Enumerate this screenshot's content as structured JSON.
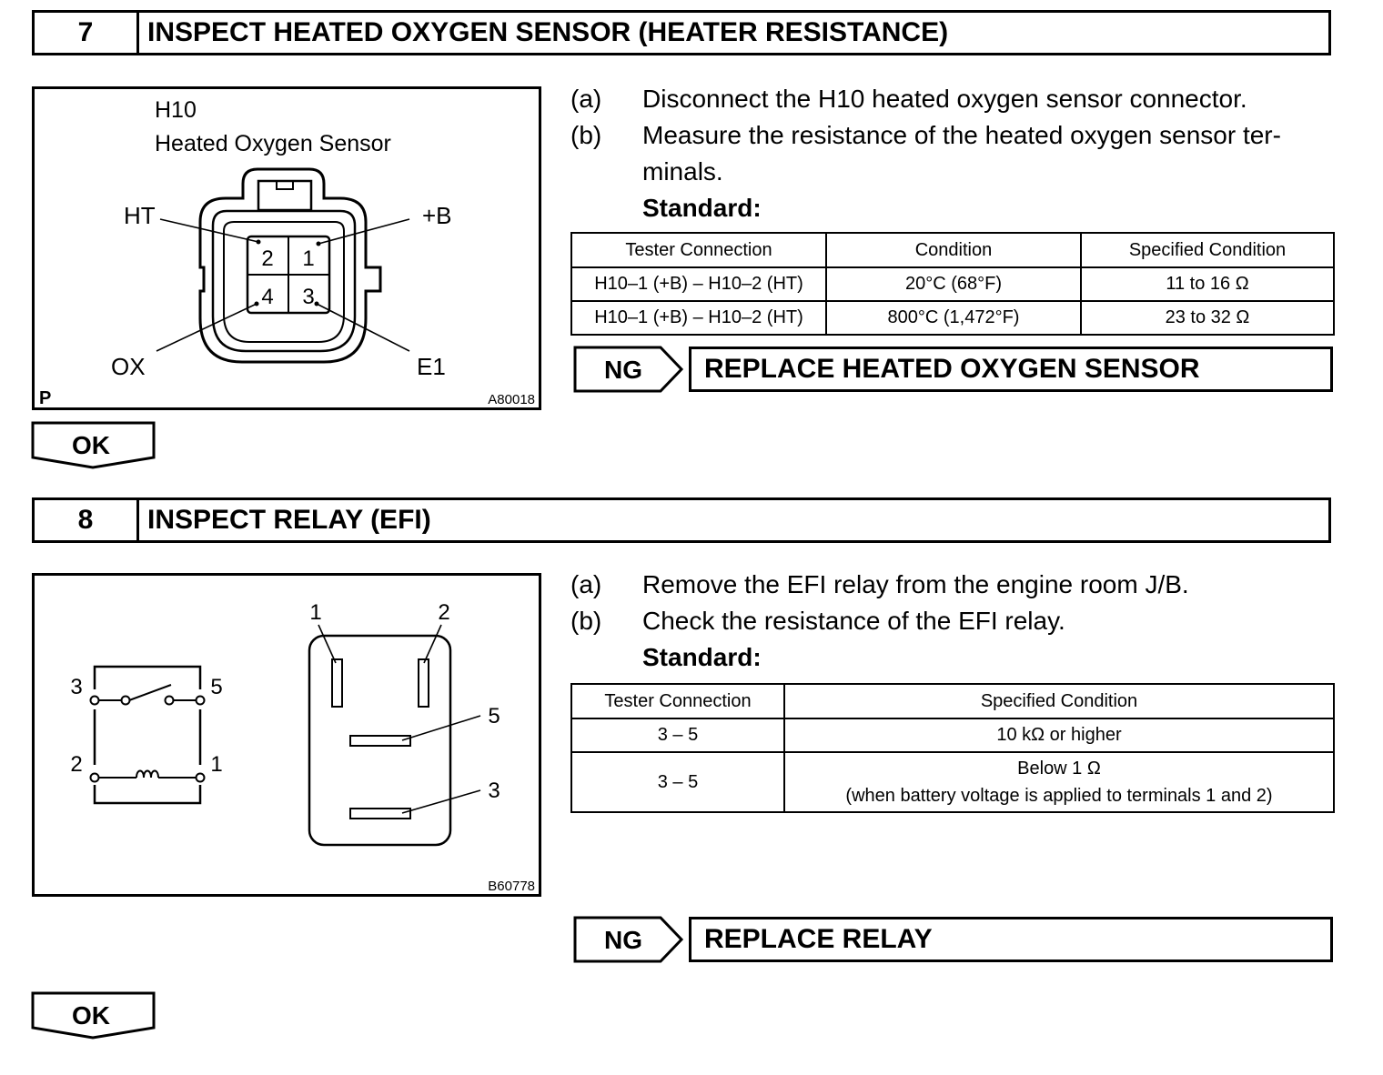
{
  "section7": {
    "number": "7",
    "title": "INSPECT HEATED OXYGEN SENSOR (HEATER RESISTANCE)",
    "figure": {
      "connector_code": "H10",
      "connector_name": "Heated Oxygen Sensor",
      "label_ht": "HT",
      "label_b": "+B",
      "label_ox": "OX",
      "label_e1": "E1",
      "pin_2": "2",
      "pin_1": "1",
      "pin_4": "4",
      "pin_3": "3",
      "corner_label": "P",
      "figure_id": "A80018"
    },
    "steps": [
      {
        "letter": "(a)",
        "text": "Disconnect the H10 heated oxygen sensor connector."
      },
      {
        "letter": "(b)",
        "text_line1": "Measure the resistance of the heated oxygen sensor ter-",
        "text_line2": "minals."
      }
    ],
    "standard_label": "Standard:",
    "table": {
      "headers": [
        "Tester Connection",
        "Condition",
        "Specified Condition"
      ],
      "rows": [
        [
          "H10–1 (+B) – H10–2 (HT)",
          "20°C (68°F)",
          "11 to 16 Ω"
        ],
        [
          "H10–1 (+B) – H10–2 (HT)",
          "800°C (1,472°F)",
          "23 to 32 Ω"
        ]
      ]
    },
    "ng_label": "NG",
    "ng_action": "REPLACE HEATED OXYGEN SENSOR",
    "ok_label": "OK"
  },
  "section8": {
    "number": "8",
    "title": "INSPECT RELAY (EFI)",
    "figure": {
      "schem_t3": "3",
      "schem_t5": "5",
      "schem_t2": "2",
      "schem_t1": "1",
      "relay_t1": "1",
      "relay_t2": "2",
      "relay_t5": "5",
      "relay_t3": "3",
      "figure_id": "B60778"
    },
    "steps": [
      {
        "letter": "(a)",
        "text": "Remove the EFI relay from the engine room J/B."
      },
      {
        "letter": "(b)",
        "text": "Check the resistance of the EFI relay."
      }
    ],
    "standard_label": "Standard:",
    "table": {
      "headers": [
        "Tester Connection",
        "Specified Condition"
      ],
      "rows": [
        [
          "3 – 5",
          "10 kΩ or higher"
        ],
        [
          "3 – 5",
          "Below 1 Ω",
          "(when battery voltage is applied to terminals 1 and 2)"
        ]
      ]
    },
    "ng_label": "NG",
    "ng_action": "REPLACE RELAY",
    "ok_label": "OK"
  }
}
